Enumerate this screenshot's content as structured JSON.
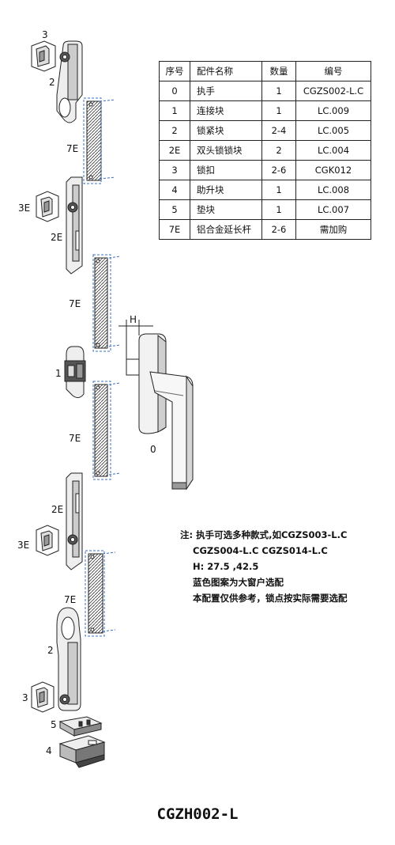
{
  "table": {
    "headers": [
      "序号",
      "配件名称",
      "数量",
      "编号"
    ],
    "rows": [
      [
        "0",
        "执手",
        "1",
        "CGZS002-L.C"
      ],
      [
        "1",
        "连接块",
        "1",
        "LC.009"
      ],
      [
        "2",
        "锁紧块",
        "2-4",
        "LC.005"
      ],
      [
        "2E",
        "双头锁锁块",
        "2",
        "LC.004"
      ],
      [
        "3",
        "锁扣",
        "2-6",
        "CGK012"
      ],
      [
        "4",
        "助升块",
        "1",
        "LC.008"
      ],
      [
        "5",
        "垫块",
        "1",
        "LC.007"
      ],
      [
        "7E",
        "铝合金延长杆",
        "2-6",
        "需加购"
      ]
    ]
  },
  "labels": {
    "l3_top": "3",
    "l2_top": "2",
    "l7e_1": "7E",
    "l3e_1": "3E",
    "l2e_1": "2E",
    "l7e_2": "7E",
    "l1": "1",
    "l7e_3": "7E",
    "l2e_2": "2E",
    "l3e_2": "3E",
    "l7e_4": "7E",
    "l2_bot": "2",
    "l3_bot": "3",
    "l5": "5",
    "l4": "4",
    "l0": "0",
    "lh": "H"
  },
  "notes": [
    "注: 执手可选多种款式,如CGZS003-L.C",
    "CGZS004-L.C  CGZS014-L.C",
    "H: 27.5 ,42.5",
    "蓝色图案为大窗户选配",
    "本配置仅供参考，锁点按实际需要选配"
  ],
  "model": "CGZH002-L",
  "colors": {
    "line": "#222222",
    "optional_dash": "#3a6fc4"
  }
}
